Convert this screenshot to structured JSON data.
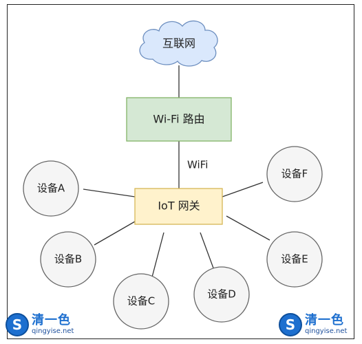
{
  "diagram": {
    "cloud": {
      "label": "互联网"
    },
    "router": {
      "label": "Wi-Fi 路由"
    },
    "gateway": {
      "label": "IoT 网关"
    },
    "link_label": "WiFi",
    "devices": [
      {
        "id": "A",
        "label": "设备A"
      },
      {
        "id": "B",
        "label": "设备B"
      },
      {
        "id": "C",
        "label": "设备C"
      },
      {
        "id": "D",
        "label": "设备D"
      },
      {
        "id": "E",
        "label": "设备E"
      },
      {
        "id": "F",
        "label": "设备F"
      }
    ]
  },
  "watermark": {
    "name": "清一色",
    "url": "qingyise.net",
    "badge": "S"
  },
  "colors": {
    "cloud_fill": "#dae8fc",
    "cloud_stroke": "#6c8ebf",
    "router_fill": "#d5e8d4",
    "router_stroke": "#82b366",
    "gateway_fill": "#fff2cc",
    "gateway_stroke": "#d6b656",
    "device_fill": "#f5f5f5",
    "device_stroke": "#666666"
  }
}
